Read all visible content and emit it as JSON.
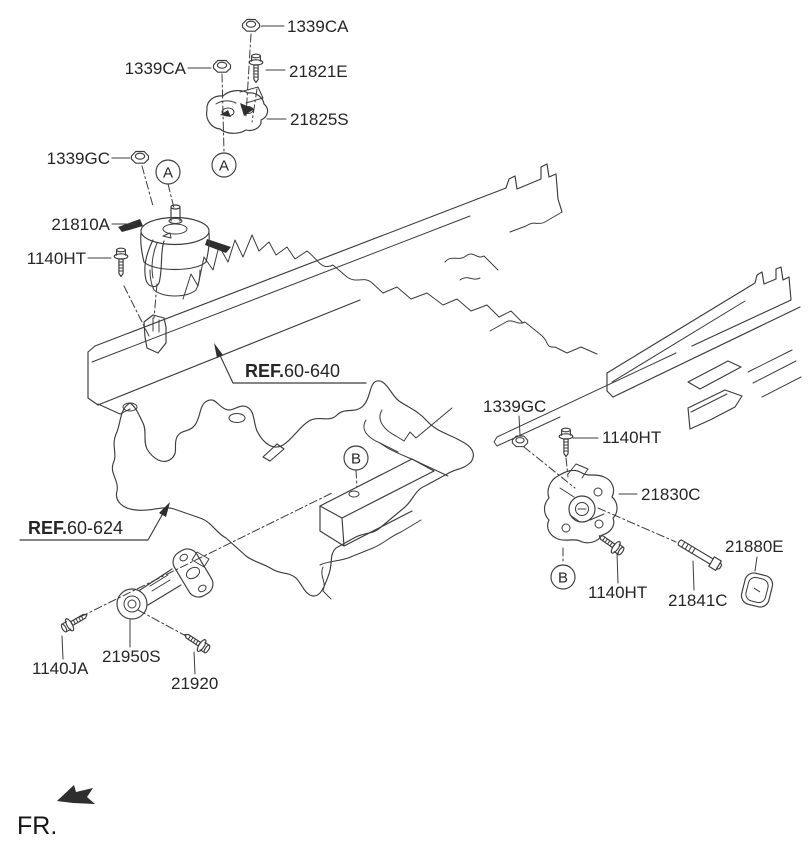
{
  "labels": {
    "nut_top": "1339CA",
    "nut_upper_left": "1339CA",
    "upper_bolt": "21821E",
    "upper_bracket": "21825S",
    "left_nut": "1339GC",
    "engine_mount": "21810A",
    "left_bolt": "1140HT",
    "right_nut": "1339GC",
    "right_top_bolt": "1140HT",
    "transaxle_mount": "21830C",
    "cover_plug": "21880E",
    "right_bottom_bolt": "1140HT",
    "through_bolt": "21841C",
    "roll_rod": "21950S",
    "bottom_left_bolt": "1140JA",
    "bottom_mid_bolt": "21920",
    "front_marker": "FR."
  },
  "refs": [
    {
      "prefix": "REF.",
      "number": "60-640"
    },
    {
      "prefix": "REF.",
      "number": "60-624"
    }
  ],
  "view_markers": {
    "a": "A",
    "b": "B"
  },
  "colors": {
    "line": "#3c3c3c",
    "text": "#262626",
    "background": "#ffffff"
  }
}
